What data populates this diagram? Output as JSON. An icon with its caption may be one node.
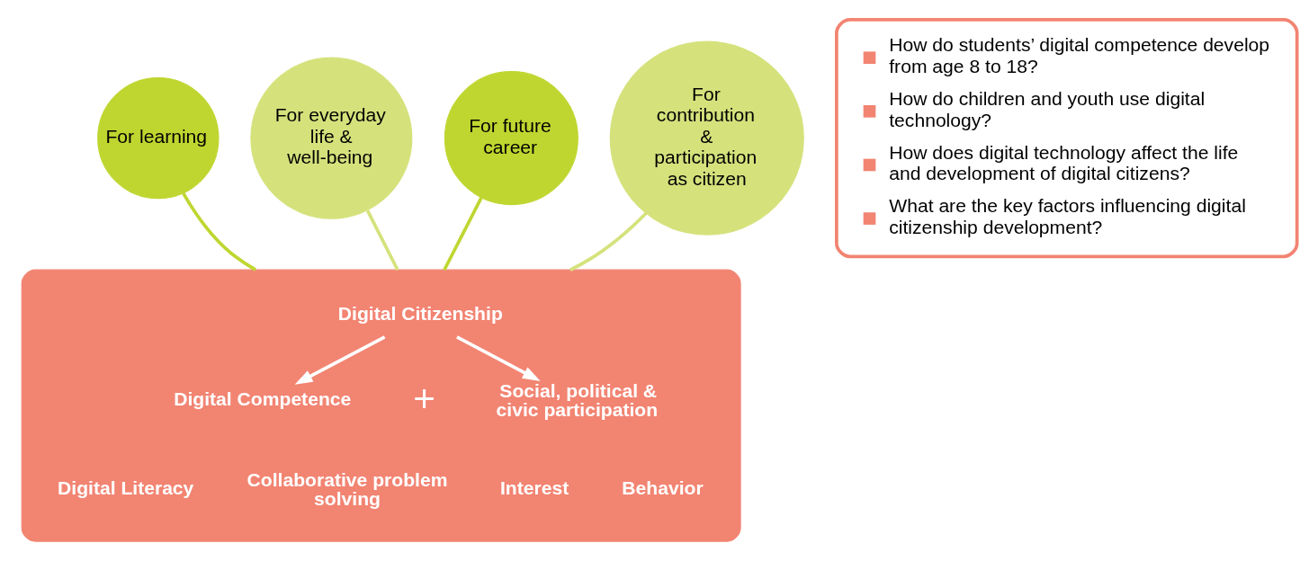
{
  "diagram": {
    "nodes": [
      {
        "text": [
          "For learning"
        ]
      },
      {
        "text": [
          "For everyday life & well-being"
        ]
      },
      {
        "text": [
          "For future career"
        ]
      },
      {
        "text": [
          "For contribution & participation as citizen"
        ]
      },
      {
        "text": [],
        "shape": "box"
      },
      {
        "text": [
          "Digital Citizenship"
        ],
        "in": 4
      },
      {
        "text": [
          "Digital Competence"
        ],
        "in": 4
      },
      {
        "text": [
          "Social, political & civic participation"
        ],
        "in": 4
      },
      {
        "text": [
          "Digital Literacy"
        ],
        "in": 4
      },
      {
        "text": [
          "Collaborative problem solving"
        ],
        "in": 4
      },
      {
        "text": [
          "Interest"
        ],
        "in": 4
      },
      {
        "text": [
          "Behavior"
        ],
        "in": 4
      },
      {
        "text": [
          "How do students’ digital competence develop from age 8 to 18?",
          "How do children and youth use digital technology?",
          "How does digital technology affect the life and development of digital citizens?",
          "What are the key factors influencing digital citizenship development?"
        ]
      }
    ],
    "edges": [
      {
        "from": 0,
        "to": 4,
        "arrow": "none",
        "color": "#bfd630"
      },
      {
        "from": 1,
        "to": 4,
        "arrow": "none",
        "color": "#d5e27c"
      },
      {
        "from": 2,
        "to": 4,
        "arrow": "none",
        "color": "#bfd630"
      },
      {
        "from": 3,
        "to": 4,
        "arrow": "none",
        "color": "#d5e27c"
      },
      {
        "from": 5,
        "to": 6,
        "arrow": "to",
        "color": "#ffffff"
      },
      {
        "from": 5,
        "to": 7,
        "arrow": "to",
        "color": "#ffffff"
      }
    ],
    "labels": [
      "+"
    ]
  }
}
